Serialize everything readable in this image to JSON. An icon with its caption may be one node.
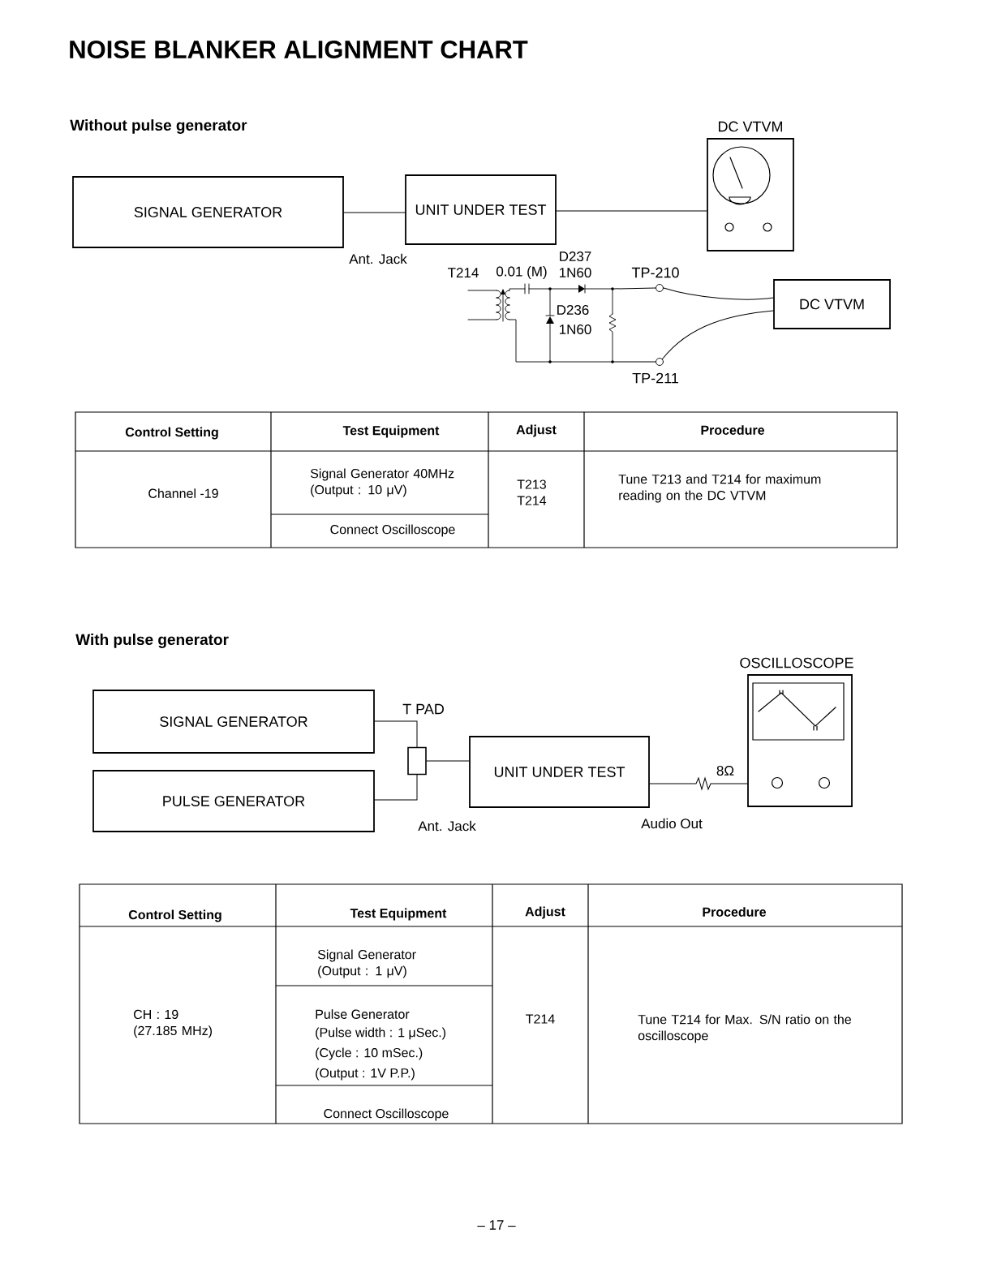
{
  "diagram": {
    "title": "NOISE BLANKER ALIGNMENT CHART",
    "nodes": [
      {
        "text": [
          "SIGNAL GENERATOR"
        ]
      },
      {
        "text": [
          "UNIT UNDER TEST"
        ]
      },
      {
        "text": [
          "DC VTVM"
        ]
      },
      {
        "text": [
          "TP-210"
        ]
      },
      {
        "text": [
          "TP-211"
        ]
      },
      {
        "text": [
          "DC VTVM"
        ]
      },
      {
        "text": [
          "SIGNAL GENERATOR"
        ]
      },
      {
        "text": [
          "PULSE GENERATOR"
        ]
      },
      {
        "text": [
          "T PAD"
        ]
      },
      {
        "text": [
          "UNIT UNDER TEST"
        ]
      },
      {
        "text": [
          "OSCILLOSCOPE"
        ]
      },
      {
        "text": [],
        "shape": "picture"
      }
    ],
    "edges": [
      {
        "from": 0,
        "to": 1,
        "arrow": "none"
      },
      {
        "from": 1,
        "to": 2,
        "arrow": "none"
      },
      {
        "from": 11,
        "to": 3,
        "arrow": "none"
      },
      {
        "from": 11,
        "to": 4,
        "arrow": "none"
      },
      {
        "from": 3,
        "to": 5,
        "arrow": "none"
      },
      {
        "from": 4,
        "to": 5,
        "arrow": "none"
      },
      {
        "from": 6,
        "to": 8,
        "arrow": "none"
      },
      {
        "from": 7,
        "to": 8,
        "arrow": "none"
      },
      {
        "from": 8,
        "to": 9,
        "arrow": "none"
      },
      {
        "from": 9,
        "to": 10,
        "arrow": "none",
        "label": "8Ω"
      }
    ],
    "labels": [
      "Without pulse generator",
      "Ant. Jack",
      "T214",
      "0.01 (M)",
      "D237",
      "1N60",
      "D236",
      "1N60",
      "Control Setting",
      "Test Equipment",
      "Adjust",
      "Procedure",
      "Channel -19",
      "Signal Generator 40MHz (Output : 10 μV)",
      "T213 T214",
      "Tune T213 and T214 for maximum reading on the DC VTVM",
      "Connect Oscilloscope",
      "With pulse generator",
      "Ant. Jack",
      "Audio Out",
      "Control Setting",
      "Test Equipment",
      "Adjust",
      "Procedure",
      "CH : 19 (27.185 MHz)",
      "Signal Generator (Output : 1 μV)",
      "Pulse Generator",
      "(Pulse width : 1 μSec.)",
      "(Cycle : 10 mSec.)",
      "(Output : 1V P.P.)",
      "T214",
      "Tune T214 for Max. S/N ratio on the oscilloscope",
      "Connect Oscilloscope",
      "– 17 –"
    ]
  }
}
